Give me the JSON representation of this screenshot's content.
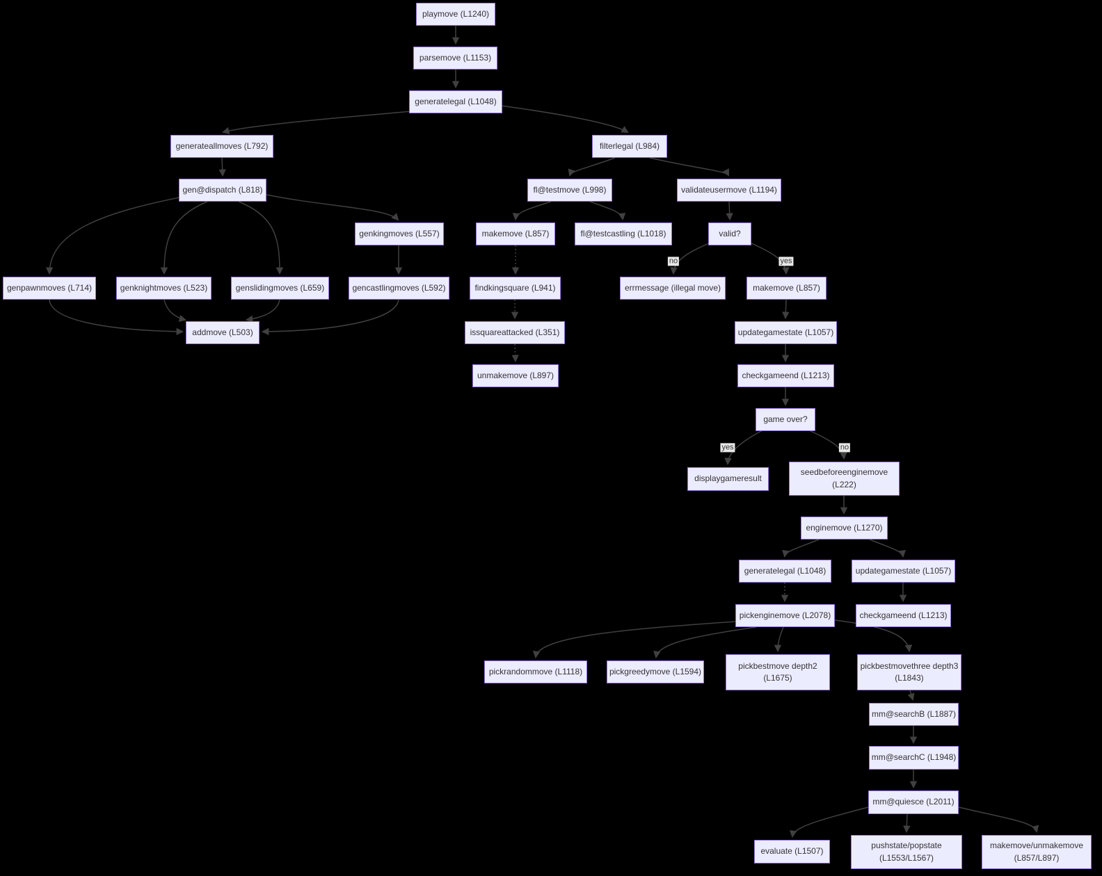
{
  "diagram": {
    "type": "flowchart-call-graph",
    "colors": {
      "background": "#000000",
      "node_fill": "#ececff",
      "node_border": "#9370db",
      "node_text": "#333333",
      "edge_color": "#404040",
      "edge_label_bg": "#e8e8e8"
    },
    "nodes": {
      "playmove": {
        "label": "playmove (L1240)"
      },
      "parsemove": {
        "label": "parsemove (L1153)"
      },
      "generatelegal_main": {
        "label": "generatelegal (L1048)"
      },
      "generateallmoves": {
        "label": "generateallmoves (L792)"
      },
      "filterlegal": {
        "label": "filterlegal (L984)"
      },
      "gen_dispatch": {
        "label": "gen@dispatch (L818)"
      },
      "fl_testmove": {
        "label": "fl@testmove (L998)"
      },
      "validateusermove": {
        "label": "validateusermove (L1194)"
      },
      "genkingmoves": {
        "label": "genkingmoves (L557)"
      },
      "makemove_test": {
        "label": "makemove (L857)"
      },
      "fl_testcastling": {
        "label": "fl@testcastling (L1018)"
      },
      "valid_check": {
        "label": "valid?"
      },
      "genpawnmoves": {
        "label": "genpawnmoves (L714)"
      },
      "genknightmoves": {
        "label": "genknightmoves (L523)"
      },
      "genslidingmoves": {
        "label": "genslidingmoves (L659)"
      },
      "gencastlingmoves": {
        "label": "gencastlingmoves (L592)"
      },
      "errmessage": {
        "label": "errmessage (illegal move)"
      },
      "makemove_user": {
        "label": "makemove (L857)"
      },
      "addmove": {
        "label": "addmove (L503)"
      },
      "findkingsquare": {
        "label": "findkingsquare (L941)"
      },
      "updategamestate_user": {
        "label": "updategamestate (L1057)"
      },
      "issquareattacked": {
        "label": "issquareattacked (L351)"
      },
      "checkgameend_user": {
        "label": "checkgameend (L1213)"
      },
      "unmakemove": {
        "label": "unmakemove (L897)"
      },
      "gameover_check": {
        "label": "game over?"
      },
      "displaygameresult": {
        "label": "displaygameresult"
      },
      "seedbeforeenginemove": {
        "label": "seedbeforeenginemove\n(L222)"
      },
      "enginemove": {
        "label": "enginemove (L1270)"
      },
      "generatelegal_engine": {
        "label": "generatelegal (L1048)"
      },
      "updategamestate_engine": {
        "label": "updategamestate (L1057)"
      },
      "pickenginemove": {
        "label": "pickenginemove (L2078)"
      },
      "checkgameend_engine": {
        "label": "checkgameend (L1213)"
      },
      "pickrandommove": {
        "label": "pickrandommove (L1118)"
      },
      "pickgreedymove": {
        "label": "pickgreedymove (L1594)"
      },
      "pickbestmove_depth2": {
        "label": "pickbestmove depth2\n(L1675)"
      },
      "pickbestmovethree_depth3": {
        "label": "pickbestmovethree depth3\n(L1843)"
      },
      "mm_searchB": {
        "label": "mm@searchB (L1887)"
      },
      "mm_searchC": {
        "label": "mm@searchC (L1948)"
      },
      "mm_quiesce": {
        "label": "mm@quiesce (L2011)"
      },
      "evaluate": {
        "label": "evaluate (L1507)"
      },
      "pushstate_popstate": {
        "label": "pushstate/popstate\n(L1553/L1567)"
      },
      "makemove_unmakemove": {
        "label": "makemove/unmakemove\n(L857/L897)"
      }
    },
    "edges": [
      {
        "from": "playmove",
        "to": "parsemove"
      },
      {
        "from": "parsemove",
        "to": "generatelegal_main"
      },
      {
        "from": "generatelegal_main",
        "to": "generateallmoves"
      },
      {
        "from": "generatelegal_main",
        "to": "filterlegal"
      },
      {
        "from": "generateallmoves",
        "to": "gen_dispatch"
      },
      {
        "from": "gen_dispatch",
        "to": "genpawnmoves"
      },
      {
        "from": "gen_dispatch",
        "to": "genknightmoves"
      },
      {
        "from": "gen_dispatch",
        "to": "genslidingmoves"
      },
      {
        "from": "gen_dispatch",
        "to": "genkingmoves"
      },
      {
        "from": "genkingmoves",
        "to": "gencastlingmoves"
      },
      {
        "from": "genpawnmoves",
        "to": "addmove"
      },
      {
        "from": "genknightmoves",
        "to": "addmove"
      },
      {
        "from": "genslidingmoves",
        "to": "addmove"
      },
      {
        "from": "gencastlingmoves",
        "to": "addmove"
      },
      {
        "from": "filterlegal",
        "to": "fl_testmove"
      },
      {
        "from": "filterlegal",
        "to": "validateusermove"
      },
      {
        "from": "fl_testmove",
        "to": "makemove_test"
      },
      {
        "from": "fl_testmove",
        "to": "fl_testcastling"
      },
      {
        "from": "makemove_test",
        "to": "findkingsquare",
        "style": "dotted"
      },
      {
        "from": "findkingsquare",
        "to": "issquareattacked",
        "style": "dotted"
      },
      {
        "from": "issquareattacked",
        "to": "unmakemove",
        "style": "dotted"
      },
      {
        "from": "validateusermove",
        "to": "valid_check"
      },
      {
        "from": "valid_check",
        "to": "errmessage",
        "label": "no"
      },
      {
        "from": "valid_check",
        "to": "makemove_user",
        "label": "yes"
      },
      {
        "from": "makemove_user",
        "to": "updategamestate_user"
      },
      {
        "from": "updategamestate_user",
        "to": "checkgameend_user"
      },
      {
        "from": "checkgameend_user",
        "to": "gameover_check"
      },
      {
        "from": "gameover_check",
        "to": "displaygameresult",
        "label": "yes"
      },
      {
        "from": "gameover_check",
        "to": "seedbeforeenginemove",
        "label": "no"
      },
      {
        "from": "seedbeforeenginemove",
        "to": "enginemove"
      },
      {
        "from": "enginemove",
        "to": "generatelegal_engine"
      },
      {
        "from": "enginemove",
        "to": "updategamestate_engine"
      },
      {
        "from": "generatelegal_engine",
        "to": "pickenginemove",
        "style": "dotted"
      },
      {
        "from": "updategamestate_engine",
        "to": "checkgameend_engine"
      },
      {
        "from": "pickenginemove",
        "to": "pickrandommove"
      },
      {
        "from": "pickenginemove",
        "to": "pickgreedymove"
      },
      {
        "from": "pickenginemove",
        "to": "pickbestmove_depth2"
      },
      {
        "from": "pickenginemove",
        "to": "pickbestmovethree_depth3"
      },
      {
        "from": "pickbestmovethree_depth3",
        "to": "mm_searchB"
      },
      {
        "from": "mm_searchB",
        "to": "mm_searchC"
      },
      {
        "from": "mm_searchC",
        "to": "mm_quiesce"
      },
      {
        "from": "mm_quiesce",
        "to": "evaluate"
      },
      {
        "from": "mm_quiesce",
        "to": "pushstate_popstate"
      },
      {
        "from": "mm_quiesce",
        "to": "makemove_unmakemove"
      }
    ]
  }
}
